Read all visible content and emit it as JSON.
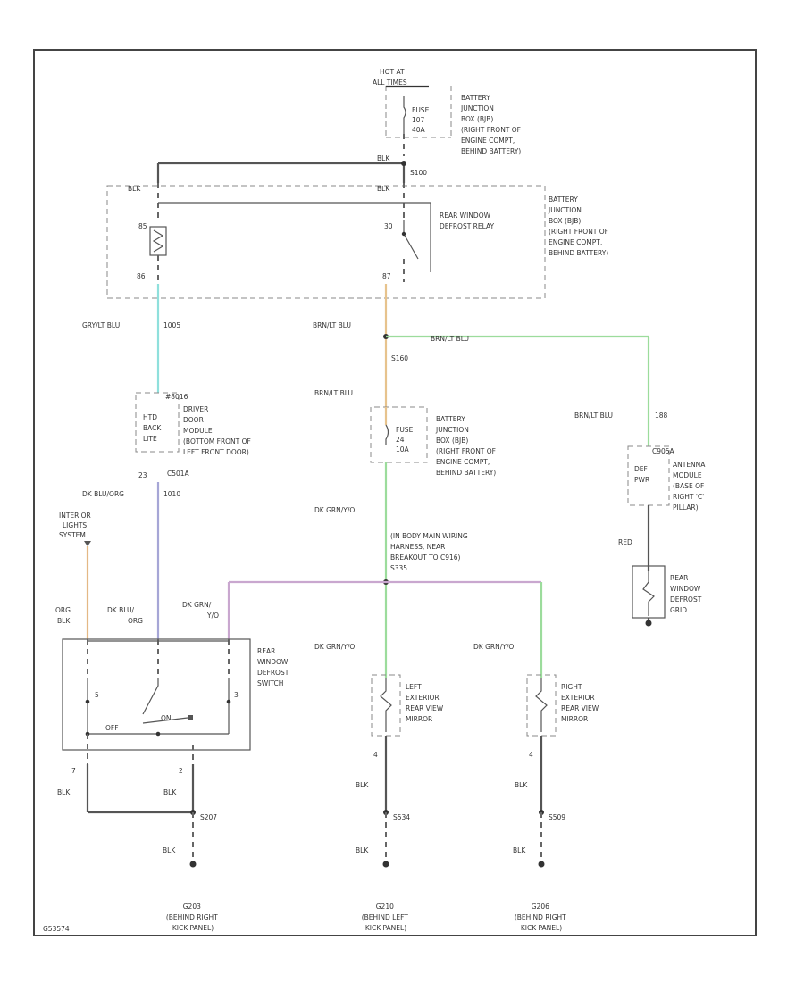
{
  "colors": {
    "black_wire": "#555555",
    "grey_lt_blue": "#8fe0dc",
    "brown_lt_blue": "#e7c38d",
    "green": "#9cdc9c",
    "purple": "#a6a6d6",
    "orange": "#e4b885",
    "violet": "#c9a7cf",
    "frame": "#444444"
  },
  "labels": {
    "hot_at": "HOT AT",
    "all_times": "ALL TIMES",
    "fuse_main": [
      "FUSE",
      "107",
      "40A"
    ],
    "bjb_top": [
      "BATTERY",
      "JUNCTION",
      "BOX (BJB)",
      "(RIGHT FRONT OF",
      "ENGINE COMPT,",
      "BEHIND BATTERY)"
    ],
    "wire_blk_main": "BLK",
    "splice_s100": "S100",
    "blk_left": "BLK",
    "blk_right": "BLK",
    "pin_85": "85",
    "pin_30": "30",
    "pin_86": "86",
    "pin_87": "87",
    "relay_label": [
      "REAR WINDOW",
      "DEFROST RELAY"
    ],
    "bjb_relay": [
      "BATTERY",
      "JUNCTION",
      "BOX (BJB)",
      "(RIGHT FRONT OF",
      "ENGINE COMPT,",
      "BEHIND BATTERY)"
    ],
    "wire_gry_lt_blu": "GRY/LT BLU",
    "wire_gry_lt_blu_num": "1005",
    "wire_brn_lt_blu_1": "BRN/LT BLU",
    "wire_brn_lt_blu_2": "BRN/LT BLU",
    "splice_s160": "S160",
    "wire_brn_lt_blu_3": "BRN/LT BLU",
    "wire_brn_lt_blu_4": "BRN/LT BLU",
    "wire_brn_lt_blu_4_num": "188",
    "ddm_conn": "#8016",
    "ddm_inner": [
      "HTD",
      "BACK",
      "LITE"
    ],
    "ddm_label": [
      "DRIVER",
      "DOOR",
      "MODULE",
      "(BOTTOM FRONT OF",
      "LEFT FRONT DOOR)"
    ],
    "pin_23": "23",
    "conn_c501a": "C501A",
    "fuse_small": [
      "FUSE",
      "24",
      "10A"
    ],
    "bjb_fuse": [
      "BATTERY",
      "JUNCTION",
      "BOX (BJB)",
      "(RIGHT FRONT OF",
      "ENGINE COMPT,",
      "BEHIND BATTERY)"
    ],
    "antenna_conn": "C905A",
    "antenna_inner": [
      "DEF",
      "PWR"
    ],
    "antenna_label": [
      "ANTENNA",
      "MODULE",
      "(BASE OF",
      "RIGHT 'C'",
      "PILLAR)"
    ],
    "wire_dk_blu_org": "DK BLU/ORG",
    "wire_1010": "1010",
    "wire_dk_grn_yel": "DK GRN/Y/O",
    "wire_red": "RED",
    "grid_label": [
      "REAR",
      "WINDOW",
      "DEFROST",
      "GRID"
    ],
    "int_lights": [
      "INTERIOR",
      "LIGHTS",
      "SYSTEM"
    ],
    "splice_note": [
      "(IN BODY MAIN WIRING",
      "HARNESS, NEAR",
      "BREAKOUT TO C916)",
      "S335"
    ],
    "wire_org_blk": [
      "ORG",
      "BLK"
    ],
    "wire_dk_blu_org_2": [
      "DK BLU/",
      "ORG"
    ],
    "wire_dk_grn_2": [
      "DK GRN/",
      "Y/O"
    ],
    "switch_label": [
      "REAR",
      "WINDOW",
      "DEFROST",
      "SWITCH"
    ],
    "wire_dk_grn_3": "DK GRN/Y/O",
    "wire_dk_grn_4": "DK GRN/Y/O",
    "lmirror": [
      "LEFT",
      "EXTERIOR",
      "REAR VIEW",
      "MIRROR"
    ],
    "rmirror": [
      "RIGHT",
      "EXTERIOR",
      "REAR VIEW",
      "MIRROR"
    ],
    "pin_sw_5": "5",
    "pin_sw_3": "3",
    "sw_off": "OFF",
    "sw_on": "ON",
    "pin_7": "7",
    "pin_2": "2",
    "pin_4a": "4",
    "pin_4b": "4",
    "blk_sw1": "BLK",
    "blk_sw2": "BLK",
    "blk_lm": "BLK",
    "blk_rm": "BLK",
    "splice_s207": "S207",
    "splice_s534": "S534",
    "splice_s509": "S509",
    "blk_g1": "BLK",
    "blk_g2": "BLK",
    "blk_g3": "BLK",
    "ground_g203": [
      "G203",
      "(BEHIND RIGHT",
      "KICK PANEL)"
    ],
    "ground_g210": [
      "G210",
      "(BEHIND LEFT",
      "KICK PANEL)"
    ],
    "ground_g206": [
      "G206",
      "(BEHIND RIGHT",
      "KICK PANEL)"
    ],
    "figure_id": "G53574"
  }
}
